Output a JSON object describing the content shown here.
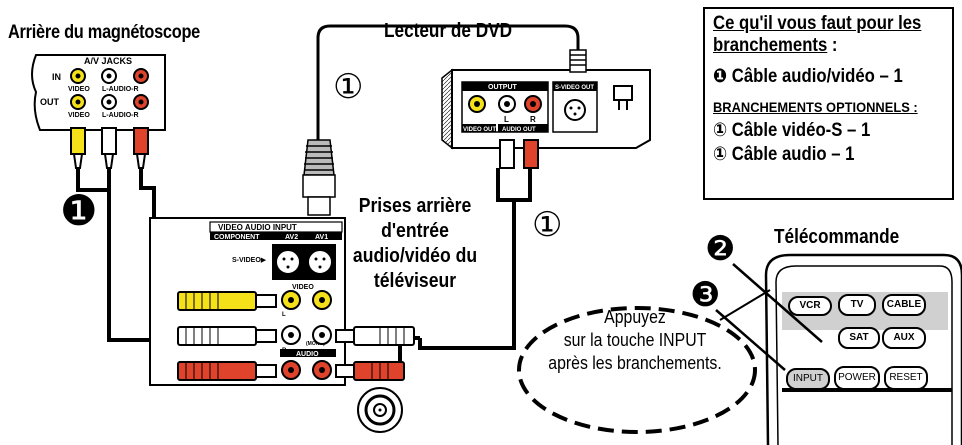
{
  "vcr": {
    "title": "Arrière du magnétoscope",
    "jacks_title": "A/V JACKS",
    "in_label": "IN",
    "out_label": "OUT",
    "video_label": "VIDEO",
    "audio_label": "L-AUDIO-R"
  },
  "dvd": {
    "title": "Lecteur de DVD",
    "output_label": "OUTPUT",
    "svideo_out_label": "S-VIDEO OUT",
    "l_label": "L",
    "r_label": "R",
    "video_out_label": "VIDEO OUT",
    "audio_out_label": "AUDIO OUT"
  },
  "tv": {
    "title": "Prises arrière d'entrée audio/vidéo du téléviseur",
    "input_header": "VIDEO AUDIO INPUT",
    "component_label": "COMPONENT",
    "av2_label": "AV2",
    "av1_label": "AV1",
    "svideo_label": "S-VIDEO▶",
    "video_label": "VIDEO",
    "audio_label": "AUDIO",
    "l_label": "L",
    "r_label": "R",
    "mono_label": "(MONO)"
  },
  "remote": {
    "title": "Télécommande",
    "buttons": [
      "VCR",
      "TV",
      "CABLE",
      "SAT",
      "AUX",
      "INPUT",
      "POWER",
      "RESET"
    ]
  },
  "panel": {
    "heading_line1": "Ce qu'il vous faut pour les",
    "heading_line2": "branchements",
    "heading_suffix": " :",
    "item1_marker": "❶",
    "item1": "Câble audio/vidéo – 1",
    "optional_heading": "Branchements optionnels",
    "optional_suffix": " :",
    "item2_marker": "①",
    "item2": "Câble vidéo-S – 1",
    "item3_marker": "①",
    "item3": "Câble audio – 1"
  },
  "callouts": {
    "step1_solid": "❶",
    "step1_outline_svideo": "①",
    "step1_outline_audio": "①",
    "step2": "❷",
    "step3": "❸"
  },
  "bubble": {
    "line1": "Appuyez",
    "line2": "sur la touche INPUT",
    "line3": "après les branchements."
  },
  "colors": {
    "yellow": "#f5e11a",
    "red": "#e0432b",
    "white": "#ffffff",
    "gray": "#cfcfcf"
  }
}
